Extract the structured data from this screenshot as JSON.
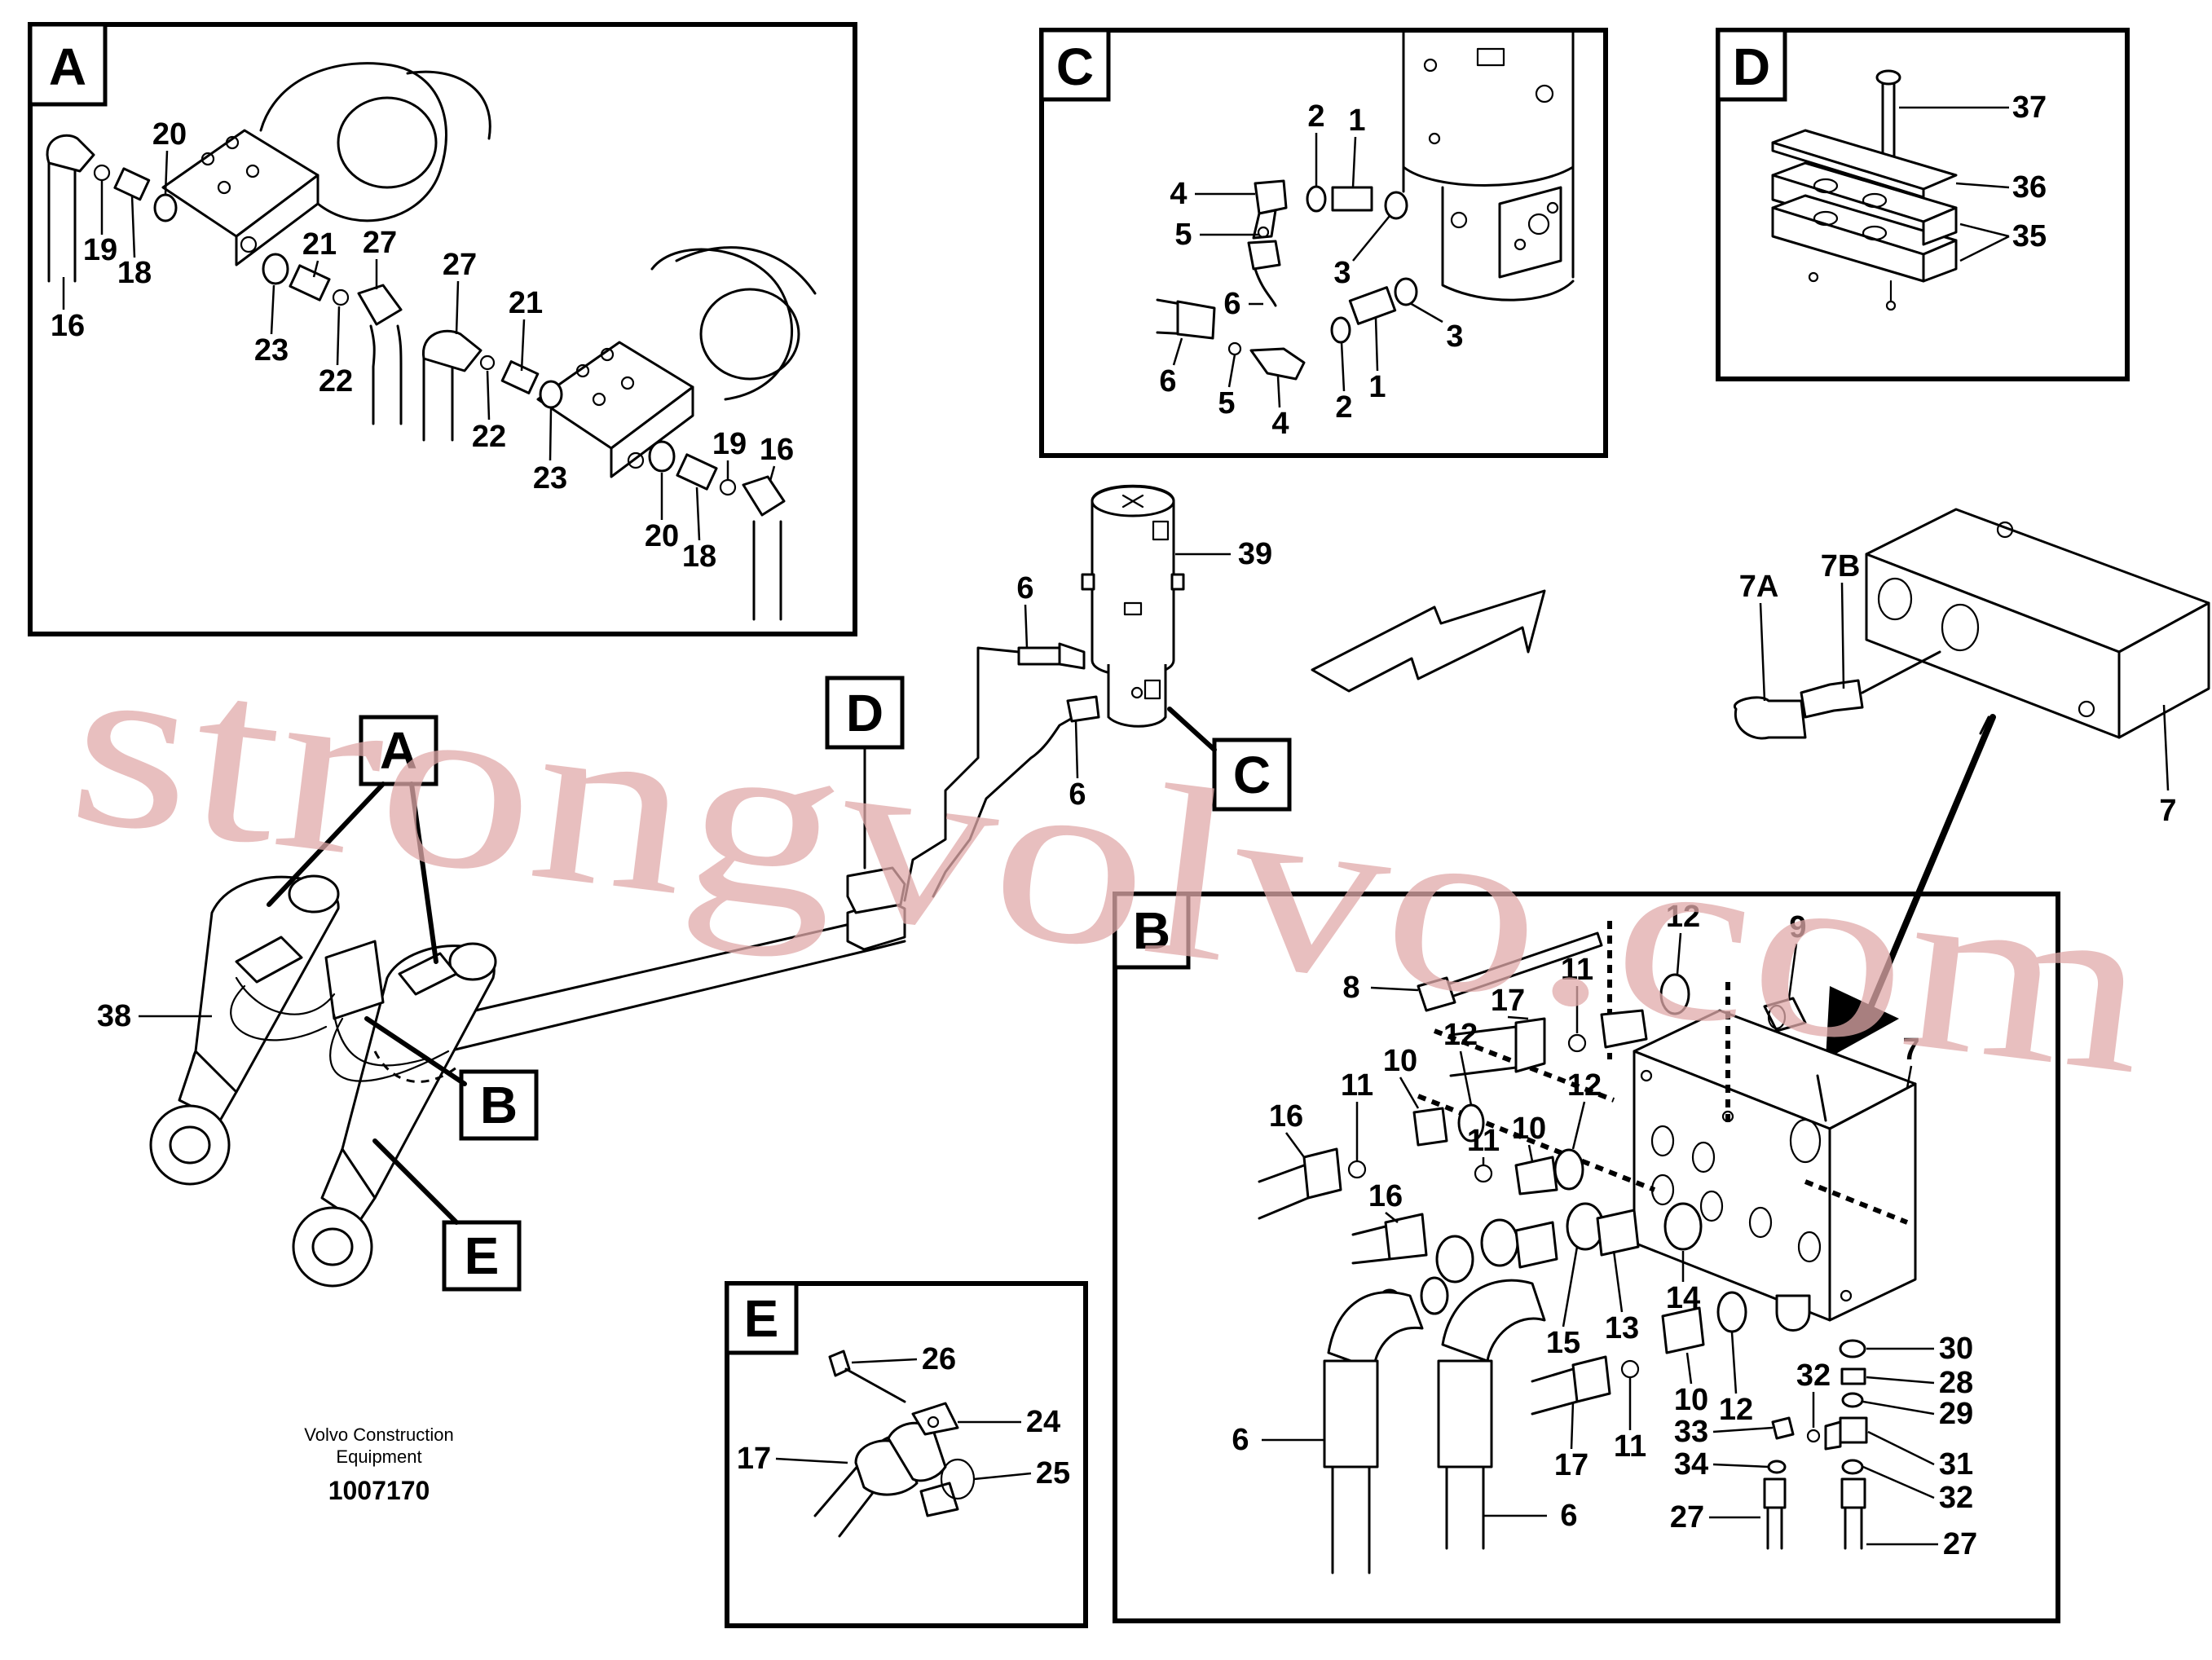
{
  "sections": {
    "A": "A",
    "B": "B",
    "C": "C",
    "D": "D",
    "E": "E"
  },
  "labels": {
    "A": [
      "20",
      "19",
      "18",
      "16",
      "21",
      "27",
      "23",
      "22",
      "27",
      "21",
      "22",
      "23",
      "19",
      "16",
      "20",
      "18"
    ],
    "C": [
      "2",
      "1",
      "4",
      "5",
      "3",
      "6",
      "3",
      "6",
      "5",
      "4",
      "2",
      "1"
    ],
    "D": [
      "37",
      "36",
      "35"
    ],
    "main": [
      "39",
      "6",
      "6",
      "38",
      "7A",
      "7B",
      "7"
    ],
    "B": [
      "12",
      "9",
      "8",
      "11",
      "17",
      "7",
      "12",
      "10",
      "11",
      "12",
      "16",
      "10",
      "11",
      "16",
      "15",
      "13",
      "14",
      "30",
      "32",
      "28",
      "29",
      "33",
      "31",
      "34",
      "32",
      "6",
      "17",
      "11",
      "10",
      "12",
      "27",
      "6",
      "27"
    ],
    "E": [
      "26",
      "24",
      "17",
      "25"
    ]
  },
  "caption": {
    "line1": "Volvo Construction",
    "line2": "Equipment",
    "doc_id": "1007170"
  },
  "watermark": "strongvolvo.com"
}
